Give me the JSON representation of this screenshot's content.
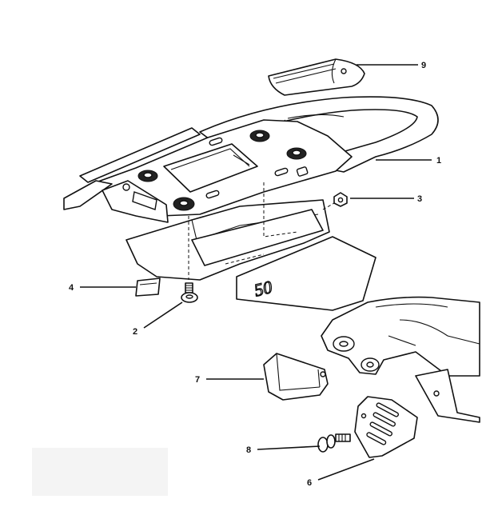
{
  "callouts": [
    {
      "id": "1",
      "label": "1"
    },
    {
      "id": "2",
      "label": "2"
    },
    {
      "id": "3",
      "label": "3"
    },
    {
      "id": "4",
      "label": "4"
    },
    {
      "id": "6",
      "label": "6"
    },
    {
      "id": "7",
      "label": "7"
    },
    {
      "id": "8",
      "label": "8"
    },
    {
      "id": "9",
      "label": "9"
    }
  ],
  "plate": {
    "text": "50"
  },
  "colors": {
    "line": "#111111",
    "paper": "#ffffff"
  }
}
